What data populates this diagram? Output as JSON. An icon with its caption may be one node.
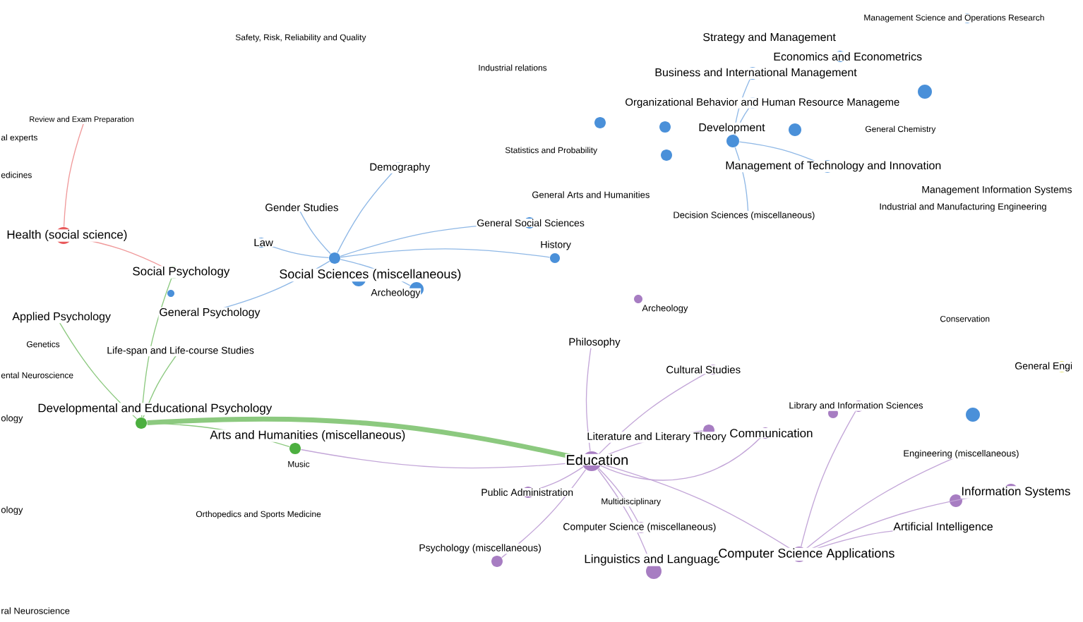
{
  "diagram": {
    "nodes": [
      {
        "text": [
          "Safety, Risk, Reliability and Quality"
        ]
      },
      {
        "text": [
          "Industrial relations"
        ]
      },
      {
        "text": [
          "Strategy and Management"
        ]
      },
      {
        "text": [
          "Management Science and Operations Research"
        ]
      },
      {
        "text": [
          "Economics and Econometrics"
        ]
      },
      {
        "text": [
          "Business and International Management"
        ]
      },
      {
        "text": [
          "Organizational Behavior and Human Resource Manageme"
        ]
      },
      {
        "text": [
          "Development"
        ]
      },
      {
        "text": [
          "General Chemistry"
        ]
      },
      {
        "text": [
          "Management of Technology and Innovation"
        ]
      },
      {
        "text": [
          "Statistics and Probability"
        ]
      },
      {
        "text": [
          "Management Information Systems"
        ]
      },
      {
        "text": [
          "Industrial and Manufacturing Engineering"
        ]
      },
      {
        "text": [
          "General Arts and Humanities"
        ]
      },
      {
        "text": [
          "Decision Sciences (miscellaneous)"
        ]
      },
      {
        "text": [
          "Demography"
        ]
      },
      {
        "text": [
          "Gender Studies"
        ]
      },
      {
        "text": [
          "Law"
        ]
      },
      {
        "text": [
          "General Social Sciences"
        ]
      },
      {
        "text": [
          "History"
        ]
      },
      {
        "text": [
          "Social Sciences (miscellaneous)"
        ]
      },
      {
        "text": [
          "Archeology"
        ]
      },
      {
        "text": [
          "Health (social science)"
        ]
      },
      {
        "text": [
          "Review and Exam Preparation"
        ]
      },
      {
        "text": [
          "al experts"
        ]
      },
      {
        "text": [
          "edicines"
        ]
      },
      {
        "text": [
          "Social Psychology"
        ]
      },
      {
        "text": [
          "Applied Psychology"
        ]
      },
      {
        "text": [
          "General Psychology"
        ]
      },
      {
        "text": [
          "Genetics"
        ]
      },
      {
        "text": [
          "Life-span and Life-course Studies"
        ]
      },
      {
        "text": [
          "ental Neuroscience"
        ]
      },
      {
        "text": [
          "Developmental and Educational Psychology"
        ]
      },
      {
        "text": [
          "ology"
        ]
      },
      {
        "text": [
          "Arts and Humanities (miscellaneous)"
        ]
      },
      {
        "text": [
          "Music"
        ]
      },
      {
        "text": [
          "ology"
        ]
      },
      {
        "text": [
          "Orthopedics and Sports Medicine"
        ]
      },
      {
        "text": [
          "ral Neuroscience"
        ]
      },
      {
        "text": [
          "Archeology"
        ]
      },
      {
        "text": [
          "Philosophy"
        ]
      },
      {
        "text": [
          "Cultural Studies"
        ]
      },
      {
        "text": [
          "Conservation"
        ]
      },
      {
        "text": [
          "General Engi"
        ]
      },
      {
        "text": [
          "Library and Information Sciences"
        ]
      },
      {
        "text": [
          "Literature and Literary Theory"
        ]
      },
      {
        "text": [
          "Communication"
        ]
      },
      {
        "text": [
          "Education"
        ]
      },
      {
        "text": [
          "Engineering (miscellaneous)"
        ]
      },
      {
        "text": [
          "Public Administration"
        ]
      },
      {
        "text": [
          "Multidisciplinary"
        ]
      },
      {
        "text": [
          "Information Systems"
        ]
      },
      {
        "text": [
          "Computer Science (miscellaneous)"
        ]
      },
      {
        "text": [
          "Artificial Intelligence"
        ]
      },
      {
        "text": [
          "Psychology (miscellaneous)"
        ]
      },
      {
        "text": [
          "Linguistics and Language"
        ]
      },
      {
        "text": [
          "Computer Science Applications"
        ]
      }
    ],
    "edges": [
      {
        "from": 47,
        "to": 40,
        "arrow": "none"
      },
      {
        "from": 47,
        "to": 41,
        "arrow": "none"
      },
      {
        "from": 47,
        "to": 45,
        "arrow": "none"
      },
      {
        "from": 47,
        "to": 46,
        "arrow": "none"
      },
      {
        "from": 47,
        "to": 49,
        "arrow": "none"
      },
      {
        "from": 47,
        "to": 52,
        "arrow": "none"
      },
      {
        "from": 47,
        "to": 54,
        "arrow": "none"
      },
      {
        "from": 47,
        "to": 55,
        "arrow": "none"
      },
      {
        "from": 47,
        "to": 56,
        "arrow": "none"
      },
      {
        "from": 47,
        "to": 34,
        "arrow": "none"
      },
      {
        "from": 56,
        "to": 53,
        "arrow": "none"
      },
      {
        "from": 56,
        "to": 51,
        "arrow": "none"
      },
      {
        "from": 56,
        "to": 48,
        "arrow": "none"
      },
      {
        "from": 56,
        "to": 44,
        "arrow": "none"
      },
      {
        "from": 20,
        "to": 15,
        "arrow": "none",
        "color": "#8fb8e6"
      },
      {
        "from": 20,
        "to": 16,
        "arrow": "none",
        "color": "#8fb8e6"
      },
      {
        "from": 20,
        "to": 17,
        "arrow": "none",
        "color": "#8fb8e6"
      },
      {
        "from": 20,
        "to": 18,
        "arrow": "none",
        "color": "#8fb8e6"
      },
      {
        "from": 20,
        "to": 19,
        "arrow": "none",
        "color": "#8fb8e6"
      },
      {
        "from": 20,
        "to": 21,
        "arrow": "none",
        "color": "#8fb8e6"
      },
      {
        "from": 20,
        "to": 28,
        "arrow": "none",
        "color": "#8fb8e6"
      },
      {
        "from": 7,
        "to": 5,
        "arrow": "none",
        "color": "#8fb8e6"
      },
      {
        "from": 7,
        "to": 6,
        "arrow": "none",
        "color": "#8fb8e6"
      },
      {
        "from": 7,
        "to": 9,
        "arrow": "none",
        "color": "#8fb8e6"
      },
      {
        "from": 7,
        "to": 14,
        "arrow": "none",
        "color": "#8fb8e6"
      },
      {
        "from": 22,
        "to": 23,
        "arrow": "none",
        "color": "#f09a9b"
      },
      {
        "from": 22,
        "to": 26,
        "arrow": "none",
        "color": "#f09a9b"
      },
      {
        "from": 32,
        "to": 27,
        "arrow": "none",
        "color": "#8cc97f"
      },
      {
        "from": 32,
        "to": 30,
        "arrow": "none",
        "color": "#8cc97f"
      },
      {
        "from": 32,
        "to": 26,
        "arrow": "none",
        "color": "#8cc97f"
      },
      {
        "from": 32,
        "to": 34,
        "arrow": "none",
        "color": "#8cc97f"
      },
      {
        "from": 32,
        "to": 47,
        "arrow": "none",
        "style": "thick",
        "color": "#8cc97f"
      }
    ]
  }
}
